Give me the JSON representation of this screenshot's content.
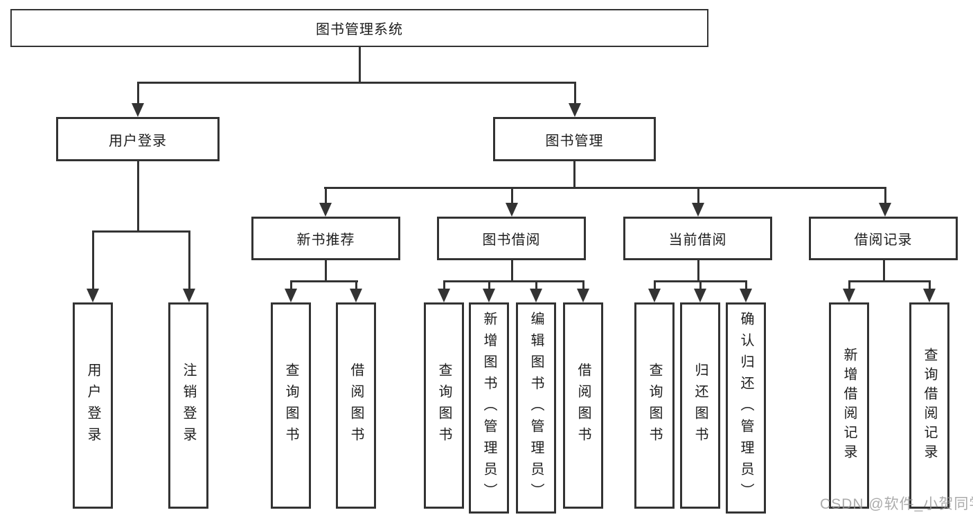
{
  "diagram": {
    "root": "图书管理系统",
    "branches": [
      {
        "label": "用户登录",
        "children": [
          "用户登录",
          "注销登录"
        ]
      },
      {
        "label": "图书管理",
        "sections": [
          {
            "label": "新书推荐",
            "children": [
              "查询图书",
              "借阅图书"
            ]
          },
          {
            "label": "图书借阅",
            "children": [
              "查询图书",
              "新增图书（管理员）",
              "编辑图书（管理员）",
              "借阅图书"
            ]
          },
          {
            "label": "当前借阅",
            "children": [
              "查询图书",
              "归还图书",
              "确认归还（管理员）"
            ]
          },
          {
            "label": "借阅记录",
            "children": [
              "新增借阅记录",
              "查询借阅记录"
            ]
          }
        ]
      }
    ]
  },
  "watermark": "CSDN @软件_小贺同学",
  "colors": {
    "line": "#333333",
    "text": "#1d1d1d",
    "background": "#ffffff",
    "watermark": "#969696"
  }
}
